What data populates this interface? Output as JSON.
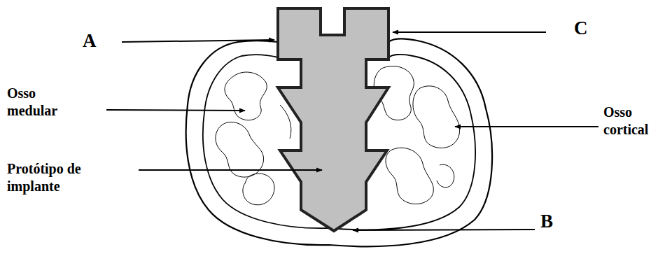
{
  "diagram": {
    "labels": [
      "A",
      "C",
      "Osso medular",
      "Osso cortical",
      "Protótipo de implante",
      "B"
    ]
  }
}
